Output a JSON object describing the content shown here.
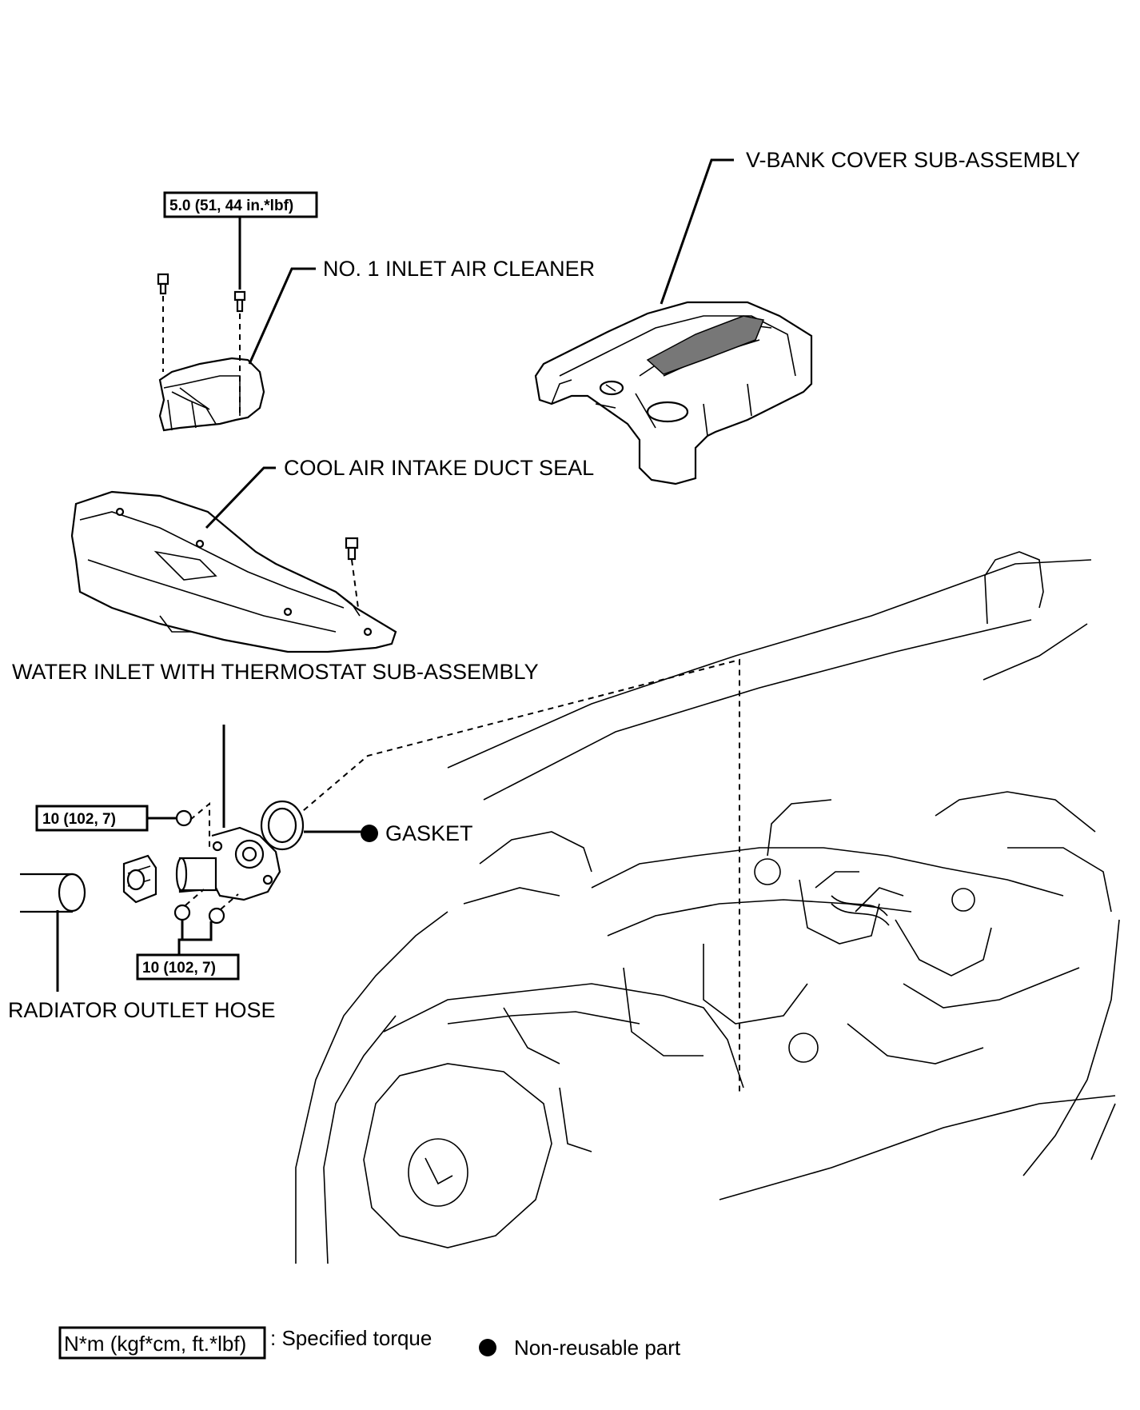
{
  "labels": {
    "v_bank_cover": "V-BANK COVER SUB-ASSEMBLY",
    "inlet_air_cleaner": "NO. 1 INLET AIR CLEANER",
    "duct_seal": "COOL AIR INTAKE DUCT SEAL",
    "water_inlet": "WATER INLET WITH THERMOSTAT SUB-ASSEMBLY",
    "gasket": "GASKET",
    "radiator_hose": "RADIATOR OUTLET HOSE"
  },
  "torque": {
    "air_cleaner_bolt": "5.0 (51, 44 in.*lbf)",
    "water_inlet_upper": "10 (102, 7)",
    "water_inlet_lower": "10 (102, 7)"
  },
  "legend": {
    "torque_box": "N*m (kgf*cm, ft.*lbf)",
    "torque_text": ": Specified torque",
    "nonreusable_text": "Non-reusable part"
  },
  "icons": [
    "non-reusable-dot-icon",
    "clip-icon",
    "bolt-icon",
    "lexus-emblem-icon"
  ]
}
